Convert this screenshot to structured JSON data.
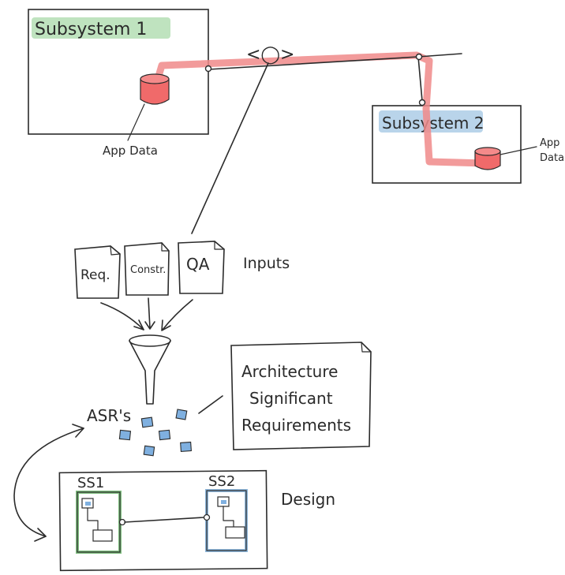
{
  "labels": {
    "subsystem1": "Subsystem 1",
    "subsystem2": "Subsystem 2",
    "app_data_1": "App Data",
    "app_data_2_line1": "App",
    "app_data_2_line2": "Data",
    "interface": "<◯>",
    "doc_req": "Req.",
    "doc_constr": "Constr.",
    "doc_qa": "QA",
    "inputs": "Inputs",
    "asrs": "ASR's",
    "callout_line1": "Architecture",
    "callout_line2": "Significant",
    "callout_line3": "Requirements",
    "ss1": "SS1",
    "ss2": "SS2",
    "design": "Design"
  },
  "colors": {
    "subsystem1_highlight": "#bfe3bf",
    "subsystem2_highlight": "#b9d4ea",
    "red_connection": "#f08a8a",
    "database": "#f06a6a",
    "asr_square": "#7fb0e0",
    "ss1_border": "#7fbf7f",
    "ss2_border": "#8fb8dc"
  }
}
